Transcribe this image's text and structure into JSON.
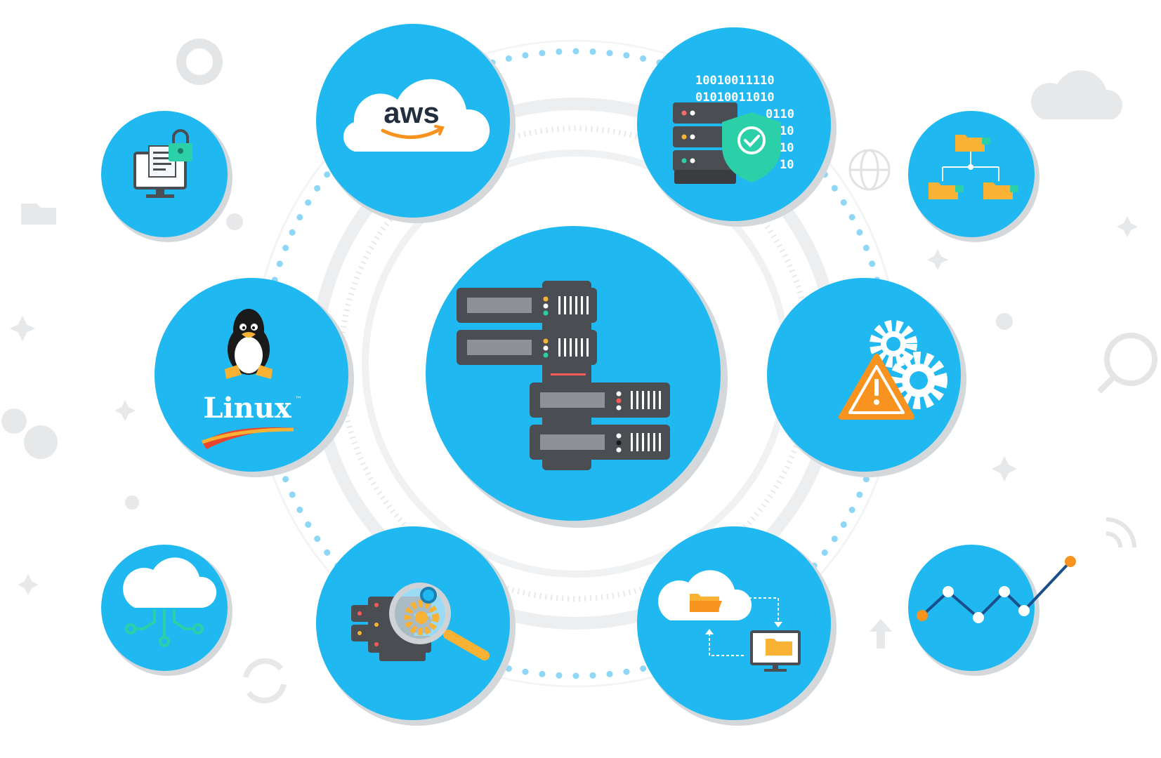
{
  "colors": {
    "bubble": "#1fb8f0",
    "bubble_shadow": "#d5d8db",
    "ring": "#eceef0",
    "dots": "#8fd7f7",
    "server": "#4a4d52",
    "accent_orange": "#f7931e",
    "shield": "#2bd0a8",
    "folder": "#f9b233"
  },
  "icons": {
    "top_left_small": "lock-document-monitor-icon",
    "aws": "aws-cloud-logo",
    "security": "shield-server-binary-icon",
    "folder_tree": "locked-folder-hierarchy-icon",
    "linux": "linux-penguin-logo",
    "center": "server-rack-icon",
    "warning": "warning-gears-icon",
    "cloud_network": "cloud-network-icon",
    "server_search": "server-search-gear-icon",
    "cloud_sync": "cloud-folder-sync-icon",
    "line_chart": "line-chart-icon"
  },
  "labels": {
    "aws": "aws",
    "linux": "Linux",
    "linux_tm": "™",
    "binary": [
      "10010011110",
      "01010011010",
      "0110",
      "10",
      "10",
      "10"
    ]
  }
}
